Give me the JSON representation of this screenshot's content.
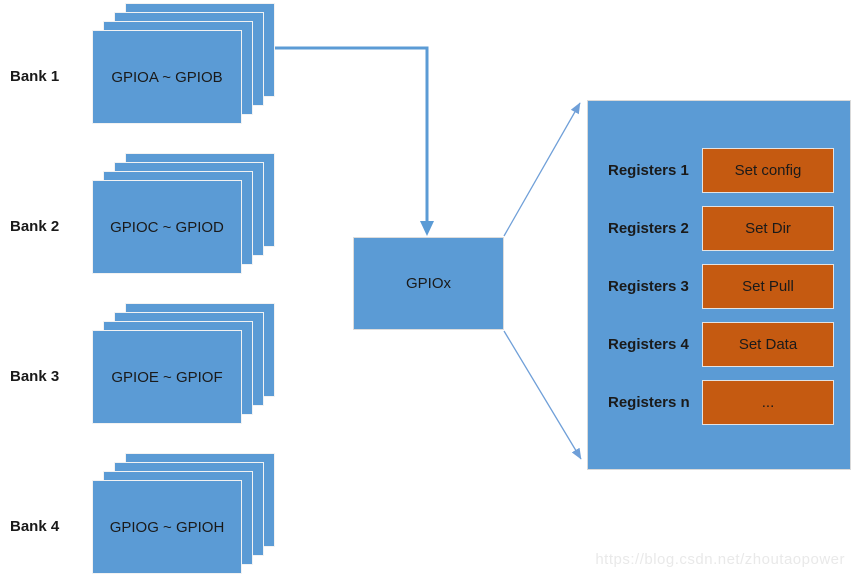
{
  "colors": {
    "box_blue": "#5B9BD5",
    "button_orange": "#C55A11",
    "arrow_blue": "#5B9BD5",
    "thin_arrow_blue": "#6F9FD8",
    "card_border": "#F2F2F2",
    "text": "#1A1A1A",
    "watermark_gray": "#E9E9E9"
  },
  "banks": [
    {
      "label": "Bank 1",
      "range": "GPIOA ~ GPIOB"
    },
    {
      "label": "Bank 2",
      "range": "GPIOC ~ GPIOD"
    },
    {
      "label": "Bank 3",
      "range": "GPIOE ~ GPIOF"
    },
    {
      "label": "Bank 4",
      "range": "GPIOG ~ GPIOH"
    }
  ],
  "hub": {
    "label": "GPIOx"
  },
  "registers": {
    "rows": [
      {
        "label": "Registers 1",
        "button": "Set config"
      },
      {
        "label": "Registers 2",
        "button": "Set Dir"
      },
      {
        "label": "Registers 3",
        "button": "Set Pull"
      },
      {
        "label": "Registers 4",
        "button": "Set Data"
      },
      {
        "label": "Registers n",
        "button": "..."
      }
    ]
  },
  "watermark": "https://blog.csdn.net/zhoutaopower"
}
